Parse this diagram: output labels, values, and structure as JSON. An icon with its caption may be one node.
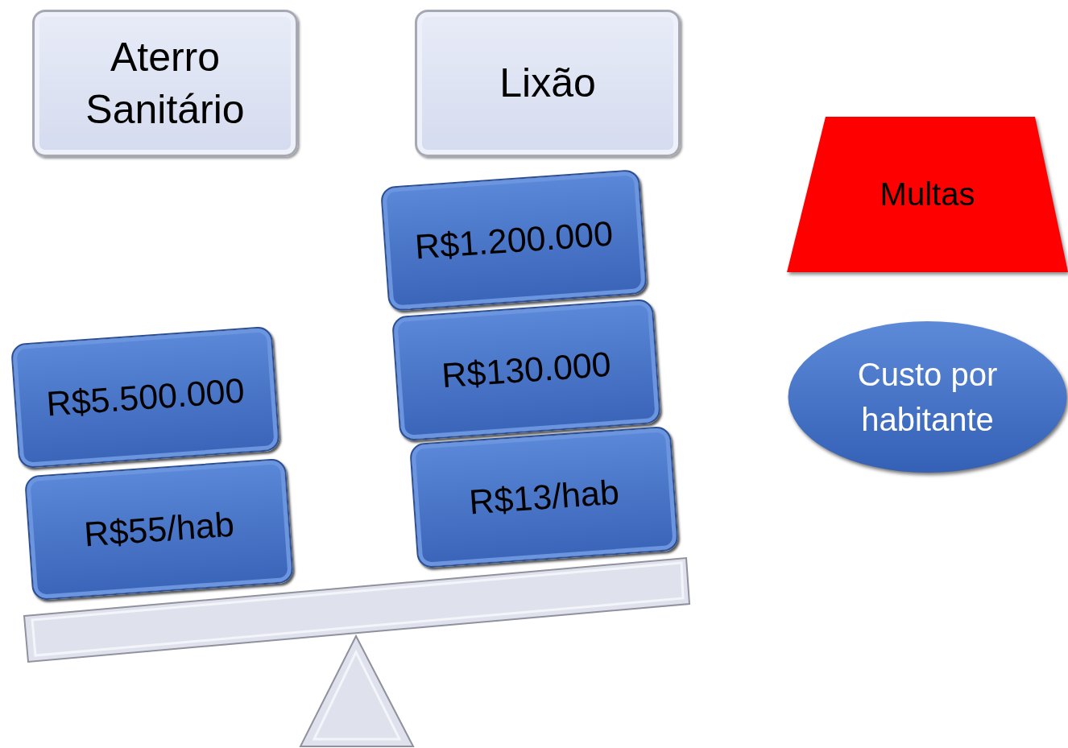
{
  "diagram": {
    "nodes": [
      {
        "text": [
          "Aterro Sanitário"
        ]
      },
      {
        "text": [
          "Lixão"
        ]
      },
      {
        "text": [
          "R$1.200.000"
        ]
      },
      {
        "text": [
          "Multas"
        ]
      },
      {
        "text": [
          "R$5.500.000"
        ]
      },
      {
        "text": [
          "R$130.000"
        ]
      },
      {
        "text": [
          "Custo por habitante"
        ]
      },
      {
        "text": [
          "R$55/hab"
        ]
      },
      {
        "text": [
          "R$13/hab"
        ]
      }
    ]
  }
}
